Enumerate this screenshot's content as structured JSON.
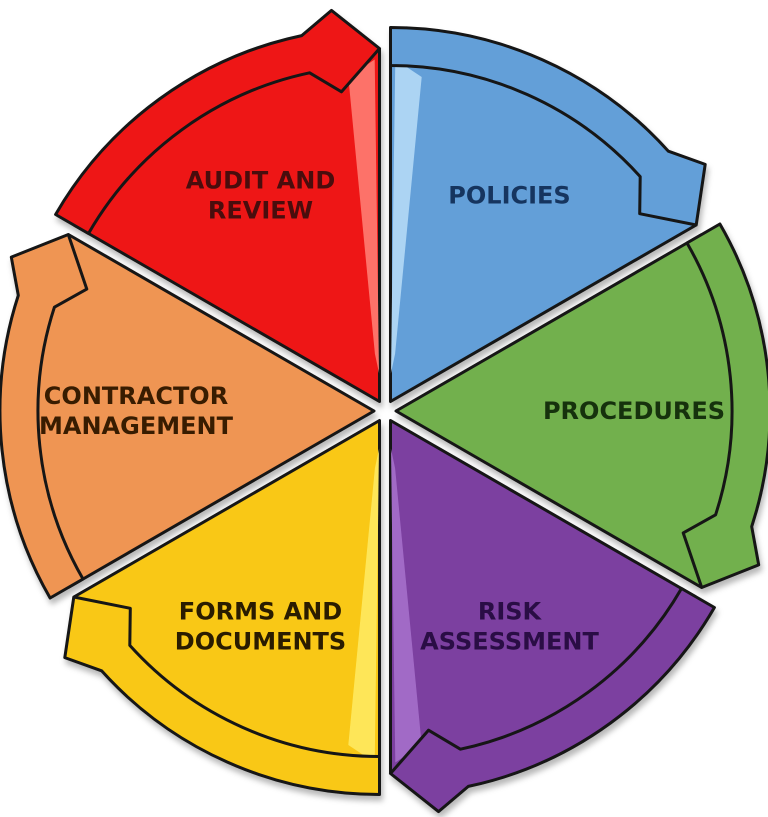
{
  "diagram": {
    "type": "cycle-diagram",
    "flow_direction": "clockwise",
    "background_color": "#FFFFFF",
    "outline_color": "#141414",
    "segment_count": 6
  },
  "segments": [
    {
      "id": "policies",
      "label": "POLICIES",
      "label_lines": [
        "POLICIES"
      ],
      "color": "#639FD8",
      "color_light": "#B8DDF8",
      "text_color": "#17355E",
      "mid_angle": 300,
      "highlight_edge": "a0",
      "arrow": "curved clockwise arrow pointing toward PROCEDURES"
    },
    {
      "id": "procedures",
      "label": "PROCEDURES",
      "label_lines": [
        "PROCEDURES"
      ],
      "color": "#72B04E",
      "color_light": "#A6D683",
      "text_color": "#16300A",
      "mid_angle": 0,
      "highlight_edge": null,
      "arrow": "curved clockwise arrow pointing toward RISK ASSESSMENT"
    },
    {
      "id": "risk-assessment",
      "label": "RISK ASSESSMENT",
      "label_lines": [
        "RISK",
        "ASSESSMENT"
      ],
      "color": "#7C3FA0",
      "color_light": "#A873CC",
      "text_color": "#2A1144",
      "mid_angle": 60,
      "highlight_edge": "a1",
      "arrow": "curved clockwise arrow pointing toward FORMS AND DOCUMENTS"
    },
    {
      "id": "forms-and-documents",
      "label": "FORMS AND DOCUMENTS",
      "label_lines": [
        "FORMS AND",
        "DOCUMENTS"
      ],
      "color": "#F9C812",
      "color_light": "#FFEB66",
      "text_color": "#2B1D02",
      "mid_angle": 120,
      "highlight_edge": "a0",
      "arrow": "curved clockwise arrow pointing toward CONTRACTOR MANAGEMENT"
    },
    {
      "id": "contractor-management",
      "label": "CONTRACTOR MANAGEMENT",
      "label_lines": [
        "CONTRACTOR",
        "MANAGEMENT"
      ],
      "color": "#EF9552",
      "color_light": "#F9C69B",
      "text_color": "#371B06",
      "mid_angle": 180,
      "highlight_edge": null,
      "arrow": "curved clockwise arrow pointing toward AUDIT AND REVIEW"
    },
    {
      "id": "audit-and-review",
      "label": "AUDIT AND REVIEW",
      "label_lines": [
        "AUDIT AND",
        "REVIEW"
      ],
      "color": "#EE1515",
      "color_light": "#FF8278",
      "text_color": "#4A0A0A",
      "mid_angle": 240,
      "highlight_edge": "a1",
      "arrow": "curved clockwise arrow pointing toward POLICIES"
    }
  ]
}
